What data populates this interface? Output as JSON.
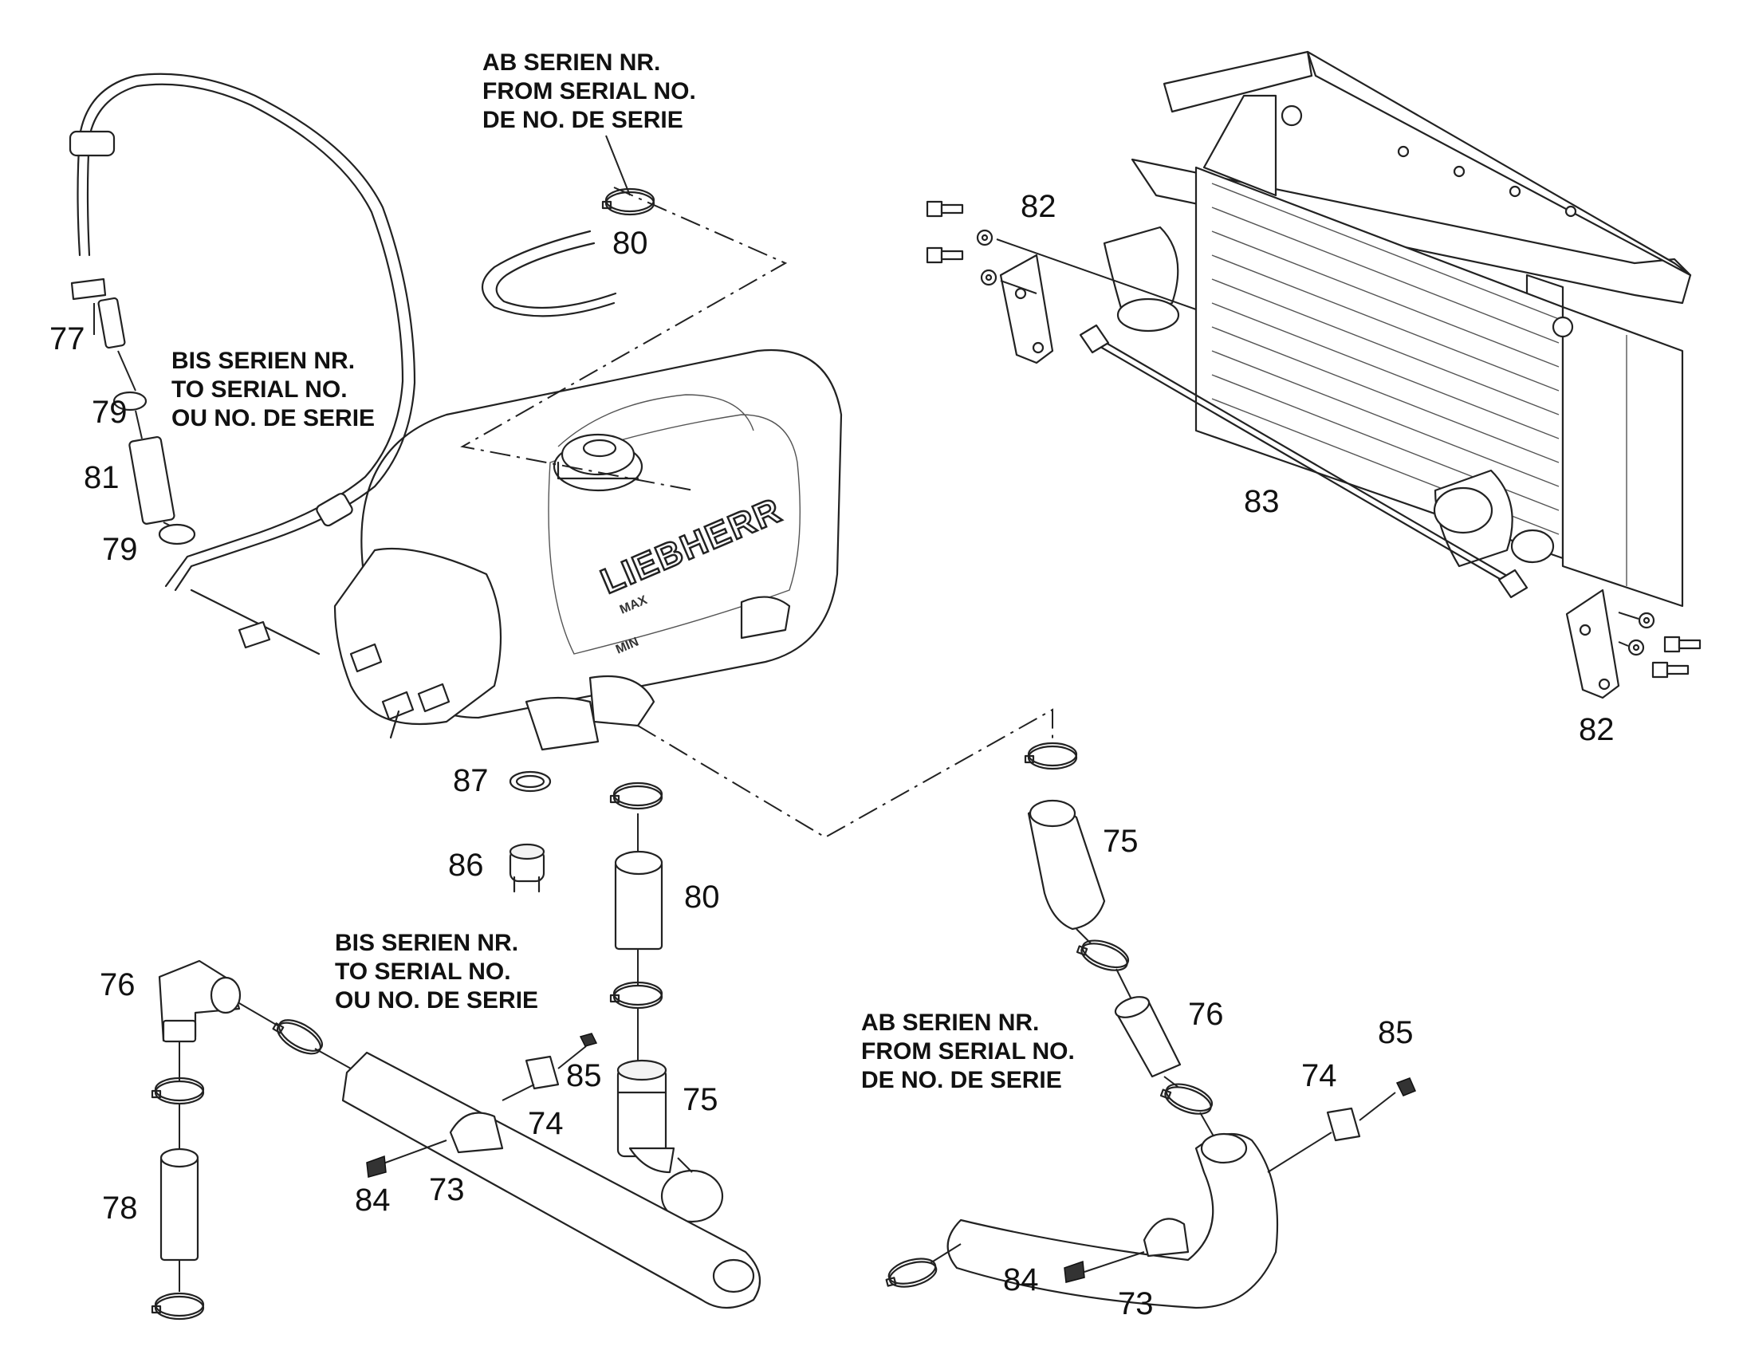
{
  "diagram": {
    "brand_text": "LIEBHERR",
    "tank_marks": [
      "MAX",
      "MIN"
    ],
    "notes": [
      {
        "id": "note-top",
        "lines": [
          "AB SERIEN NR.",
          "FROM SERIAL NO.",
          "DE NO. DE SERIE"
        ]
      },
      {
        "id": "note-left",
        "lines": [
          "BIS SERIEN NR.",
          "TO SERIAL NO.",
          "OU NO. DE SERIE"
        ]
      },
      {
        "id": "note-mid",
        "lines": [
          "BIS SERIEN NR.",
          "TO SERIAL NO.",
          "OU NO. DE SERIE"
        ]
      },
      {
        "id": "note-right",
        "lines": [
          "AB SERIEN NR.",
          "FROM SERIAL NO.",
          "DE NO. DE SERIE"
        ]
      }
    ],
    "callouts": [
      {
        "id": "c80-top",
        "label": "80"
      },
      {
        "id": "c82-top",
        "label": "82"
      },
      {
        "id": "c77",
        "label": "77"
      },
      {
        "id": "c79-top",
        "label": "79"
      },
      {
        "id": "c81",
        "label": "81"
      },
      {
        "id": "c79-bottom",
        "label": "79"
      },
      {
        "id": "c83",
        "label": "83"
      },
      {
        "id": "c82-bottom",
        "label": "82"
      },
      {
        "id": "c87",
        "label": "87"
      },
      {
        "id": "c75-right",
        "label": "75"
      },
      {
        "id": "c86",
        "label": "86"
      },
      {
        "id": "c80-mid",
        "label": "80"
      },
      {
        "id": "c76-left",
        "label": "76"
      },
      {
        "id": "c76-right",
        "label": "76"
      },
      {
        "id": "c85-mid",
        "label": "85"
      },
      {
        "id": "c85-right",
        "label": "85"
      },
      {
        "id": "c74-mid",
        "label": "74"
      },
      {
        "id": "c74-right",
        "label": "74"
      },
      {
        "id": "c75-mid",
        "label": "75"
      },
      {
        "id": "c78",
        "label": "78"
      },
      {
        "id": "c84-mid",
        "label": "84"
      },
      {
        "id": "c73-mid",
        "label": "73"
      },
      {
        "id": "c84-right",
        "label": "84"
      },
      {
        "id": "c73-right",
        "label": "73"
      }
    ]
  }
}
